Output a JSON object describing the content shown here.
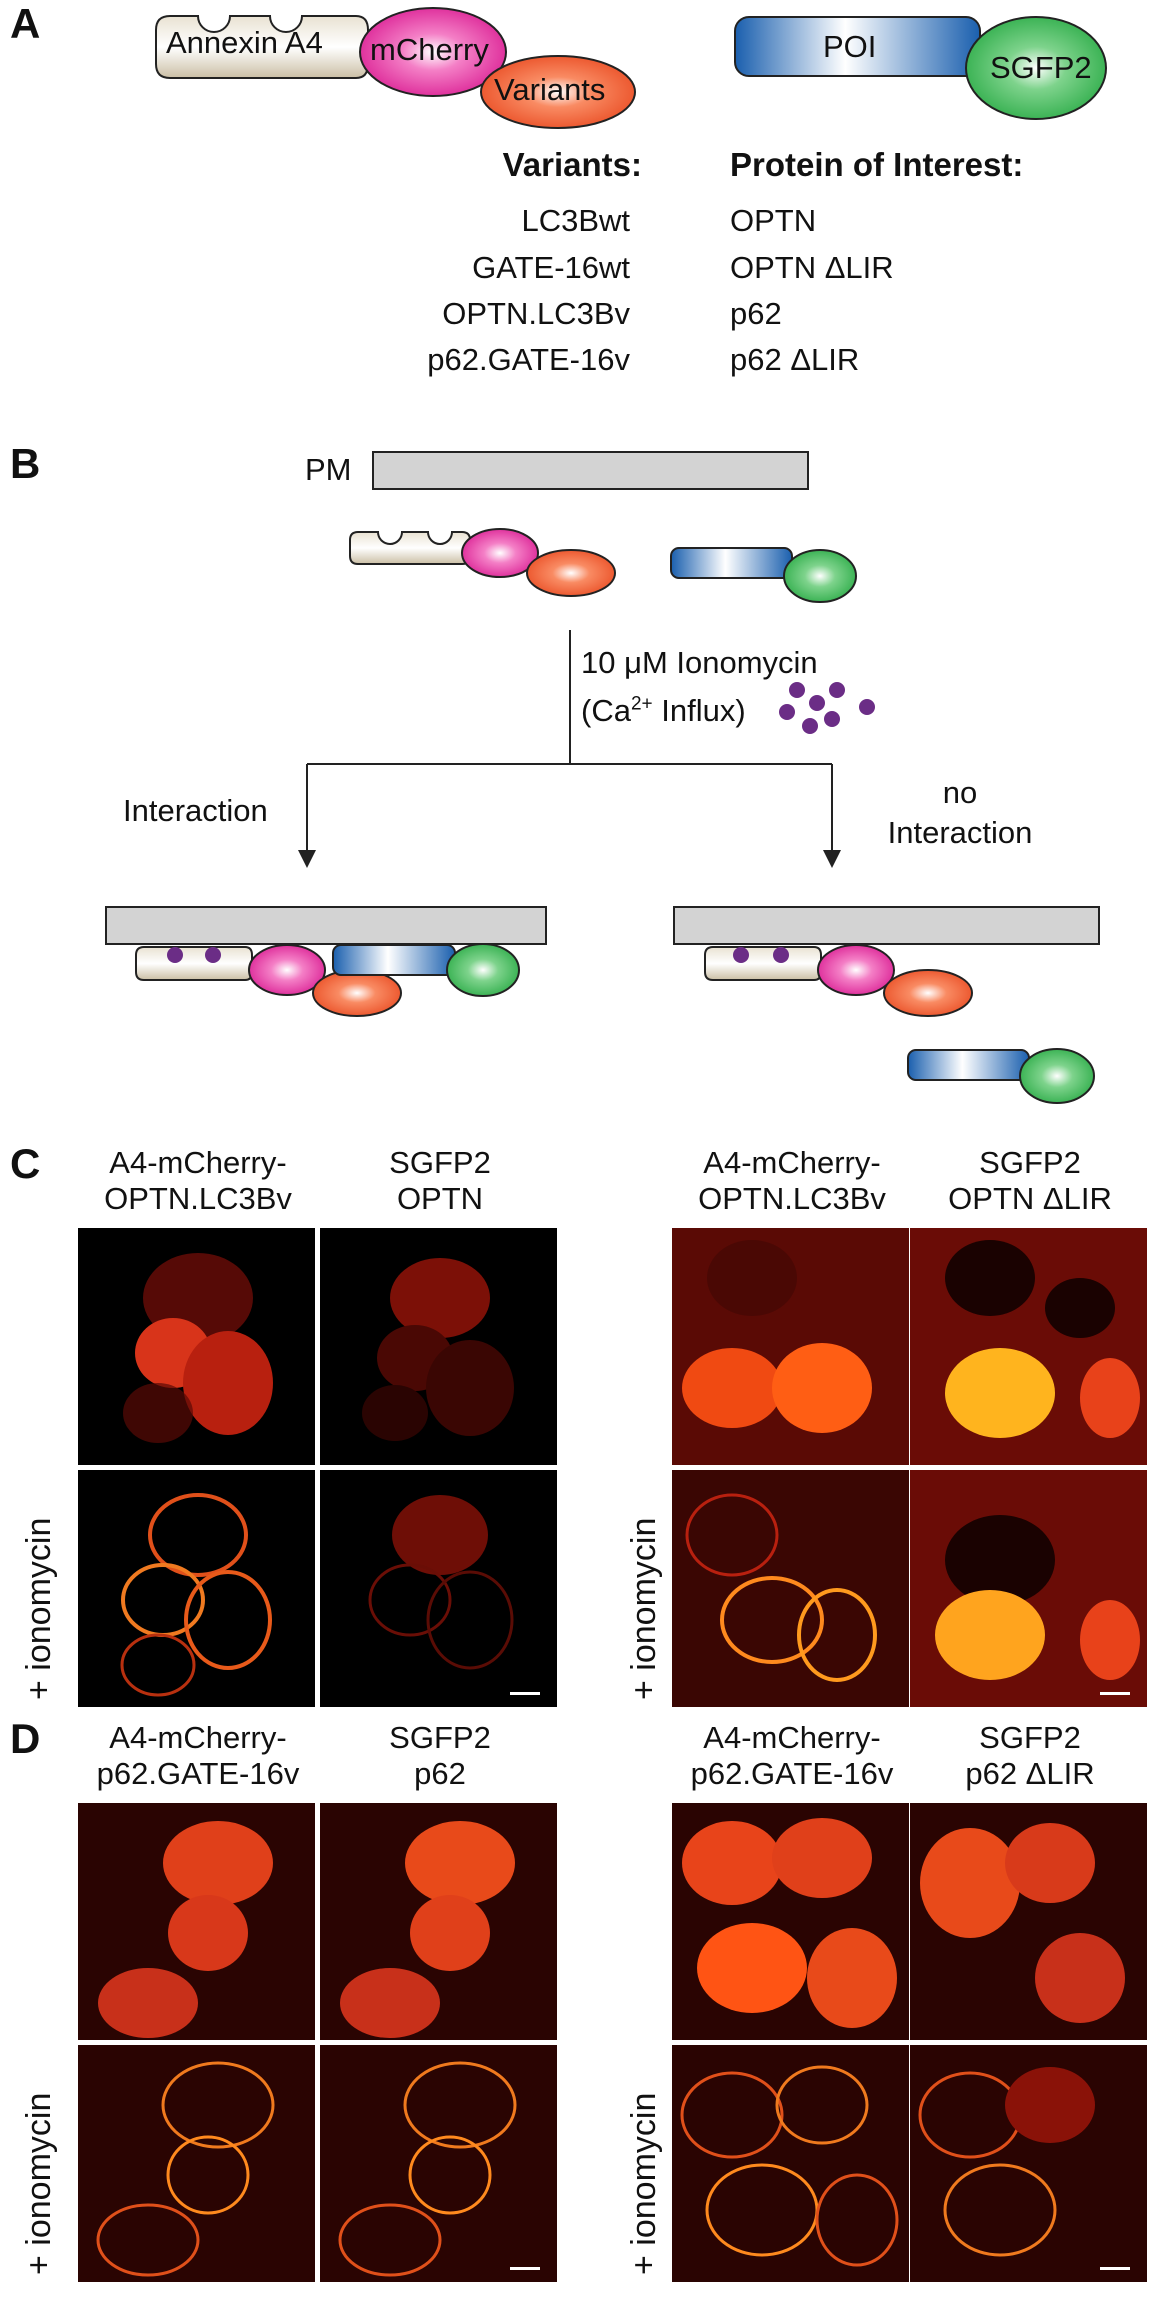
{
  "panels": {
    "A": {
      "letter": "A",
      "annexin_label": "Annexin A4",
      "mcherry_label": "mCherry",
      "variants_label": "Variants",
      "poi_label": "POI",
      "sgfp2_label": "SGFP2",
      "variants_header": "Variants:",
      "poi_header": "Protein of Interest:",
      "variants": [
        "LC3Bwt",
        "GATE-16wt",
        "OPTN.LC3Bv",
        "p62.GATE-16v"
      ],
      "proteins": [
        "OPTN",
        "OPTN ΔLIR",
        "p62",
        "p62 ΔLIR"
      ]
    },
    "B": {
      "letter": "B",
      "pm_label": "PM",
      "treatment_line1": "10 μM Ionomycin",
      "treatment_line2_pre": "(Ca",
      "treatment_sup": "2+",
      "treatment_line2_post": " Influx)",
      "left_outcome": "Interaction",
      "right_outcome_line1": "no",
      "right_outcome_line2": "Interaction"
    },
    "C": {
      "letter": "C",
      "left_col1": [
        "A4-mCherry-",
        "OPTN.LC3Bv"
      ],
      "left_col2": [
        "SGFP2",
        "OPTN"
      ],
      "right_col1": [
        "A4-mCherry-",
        "OPTN.LC3Bv"
      ],
      "right_col2": [
        "SGFP2",
        "OPTN ΔLIR"
      ],
      "row_label": "+ ionomycin"
    },
    "D": {
      "letter": "D",
      "left_col1": [
        "A4-mCherry-",
        "p62.GATE-16v"
      ],
      "left_col2": [
        "SGFP2",
        "p62"
      ],
      "right_col1": [
        "A4-mCherry-",
        "p62.GATE-16v"
      ],
      "right_col2": [
        "SGFP2",
        "p62 ΔLIR"
      ],
      "row_label": "+ ionomycin"
    }
  },
  "colors": {
    "annexin": "#d8cdb6",
    "mcherry": "#e51ea0",
    "variants": "#f0552a",
    "poi": "#1d6fc0",
    "sgfp2": "#2fb54a",
    "membrane": "#d3d3d3",
    "calcium": "#6b2d86"
  }
}
